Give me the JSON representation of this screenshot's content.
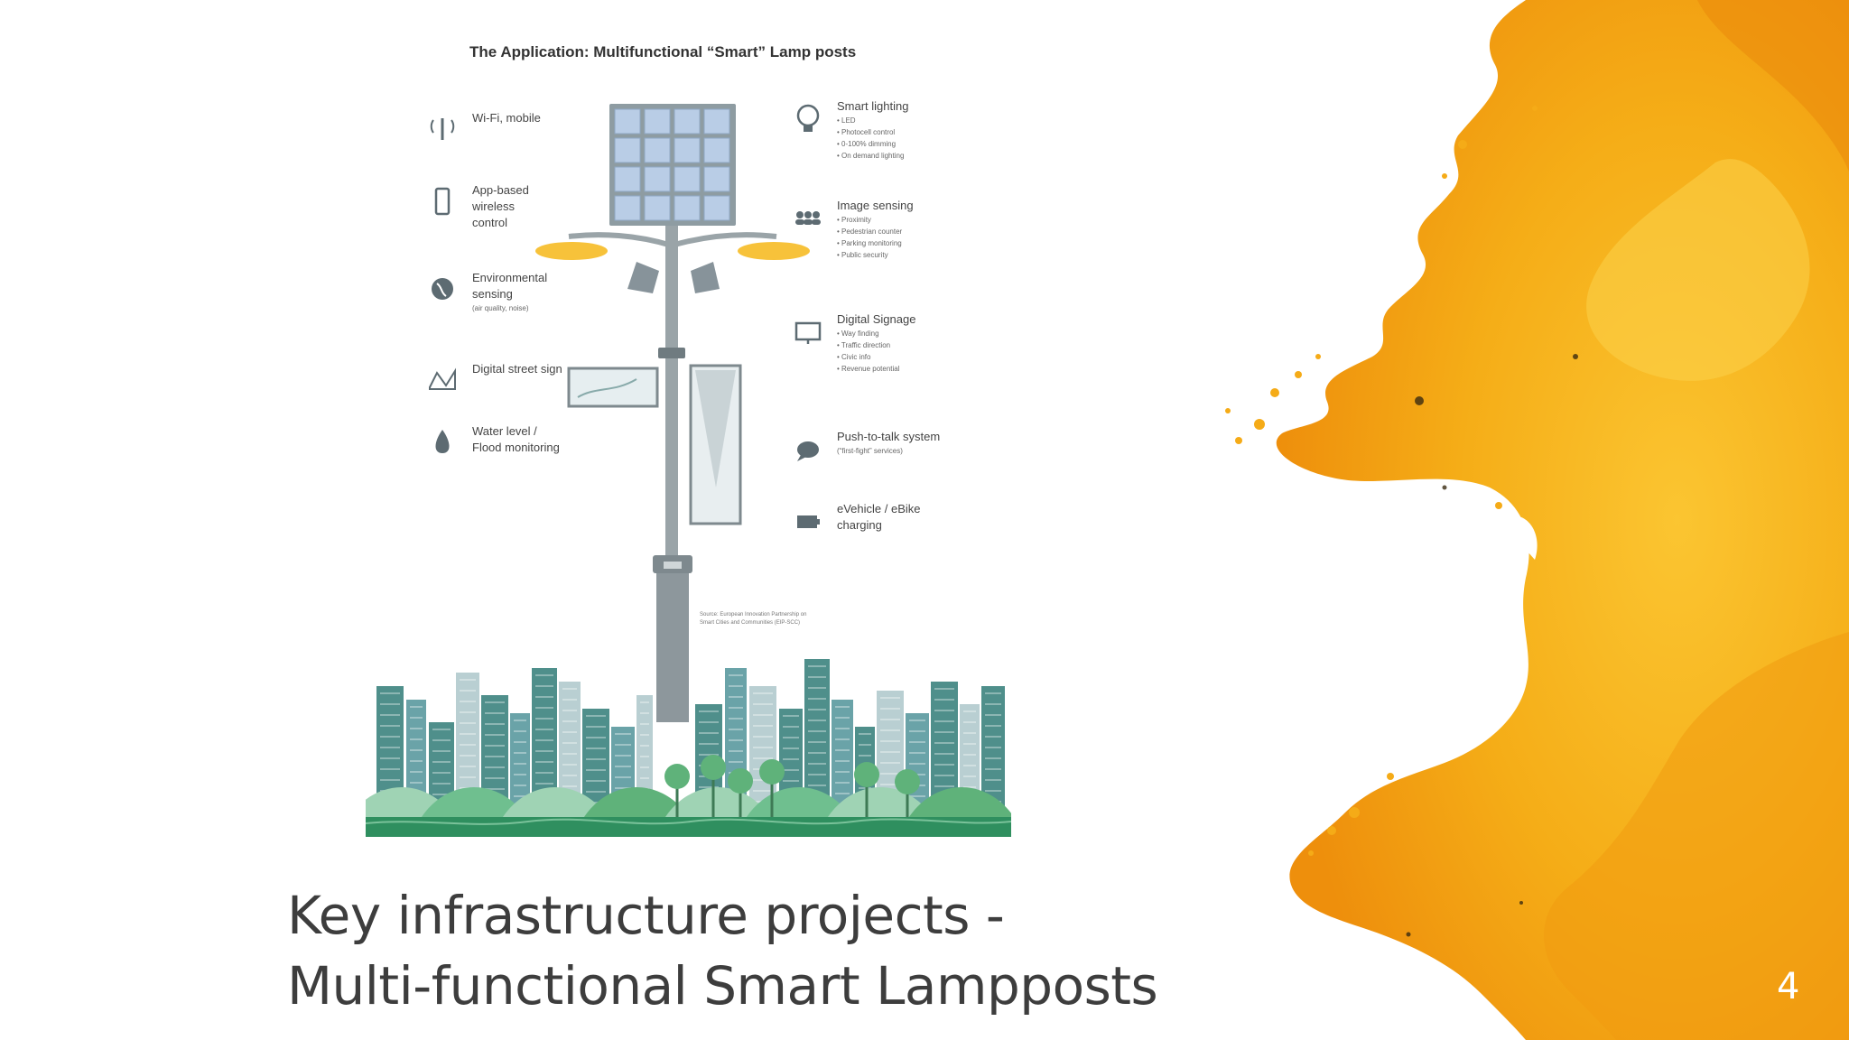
{
  "infographic": {
    "title": "The Application: Multifunctional “Smart” Lamp posts",
    "left_features": [
      {
        "icon": "antenna-icon",
        "title_lines": [
          "Wi-Fi, mobile"
        ],
        "sub": ""
      },
      {
        "icon": "smartphone-icon",
        "title_lines": [
          "App-based",
          "wireless",
          "control"
        ],
        "sub": ""
      },
      {
        "icon": "globe-icon",
        "title_lines": [
          "Environmental",
          "sensing"
        ],
        "sub": "(air quality, noise)"
      },
      {
        "icon": "map-icon",
        "title_lines": [
          "Digital street sign"
        ],
        "sub": ""
      },
      {
        "icon": "water-drop-icon",
        "title_lines": [
          "Water level /",
          "Flood monitoring"
        ],
        "sub": ""
      }
    ],
    "right_features": [
      {
        "icon": "lightbulb-icon",
        "title_lines": [
          "Smart lighting"
        ],
        "bullets": [
          "LED",
          "Photocell control",
          "0-100% dimming",
          "On demand lighting"
        ]
      },
      {
        "icon": "people-icon",
        "title_lines": [
          "Image sensing"
        ],
        "bullets": [
          "Proximity",
          "Pedestrian counter",
          "Parking monitoring",
          "Public security"
        ]
      },
      {
        "icon": "monitor-icon",
        "title_lines": [
          "Digital Signage"
        ],
        "bullets": [
          "Way finding",
          "Traffic direction",
          "Civic info",
          "Revenue potential"
        ]
      },
      {
        "icon": "speech-bubble-icon",
        "title_lines": [
          "Push-to-talk system"
        ],
        "bullets": [
          "(“first-fight” services)"
        ]
      },
      {
        "icon": "battery-icon",
        "title_lines": [
          "eVehicle / eBike",
          "charging"
        ],
        "bullets": []
      }
    ],
    "source_lines": [
      "Source: European Innovation Partnership on",
      "Smart Cities and Communities (EIP-SCC)"
    ]
  },
  "slide": {
    "title_line1": "Key infrastructure projects -",
    "title_line2": "Multi-functional Smart Lampposts",
    "page_number": "4"
  },
  "colors": {
    "splash_main": "#f7b21b",
    "splash_dark": "#ee8f0c",
    "splash_light": "#fbd04a",
    "pole": "#9aa4a8",
    "building_teal": "#4f8f8b",
    "building_light": "#b9cfd2",
    "tree_green": "#5fb27a",
    "ground": "#2f8f5f"
  }
}
